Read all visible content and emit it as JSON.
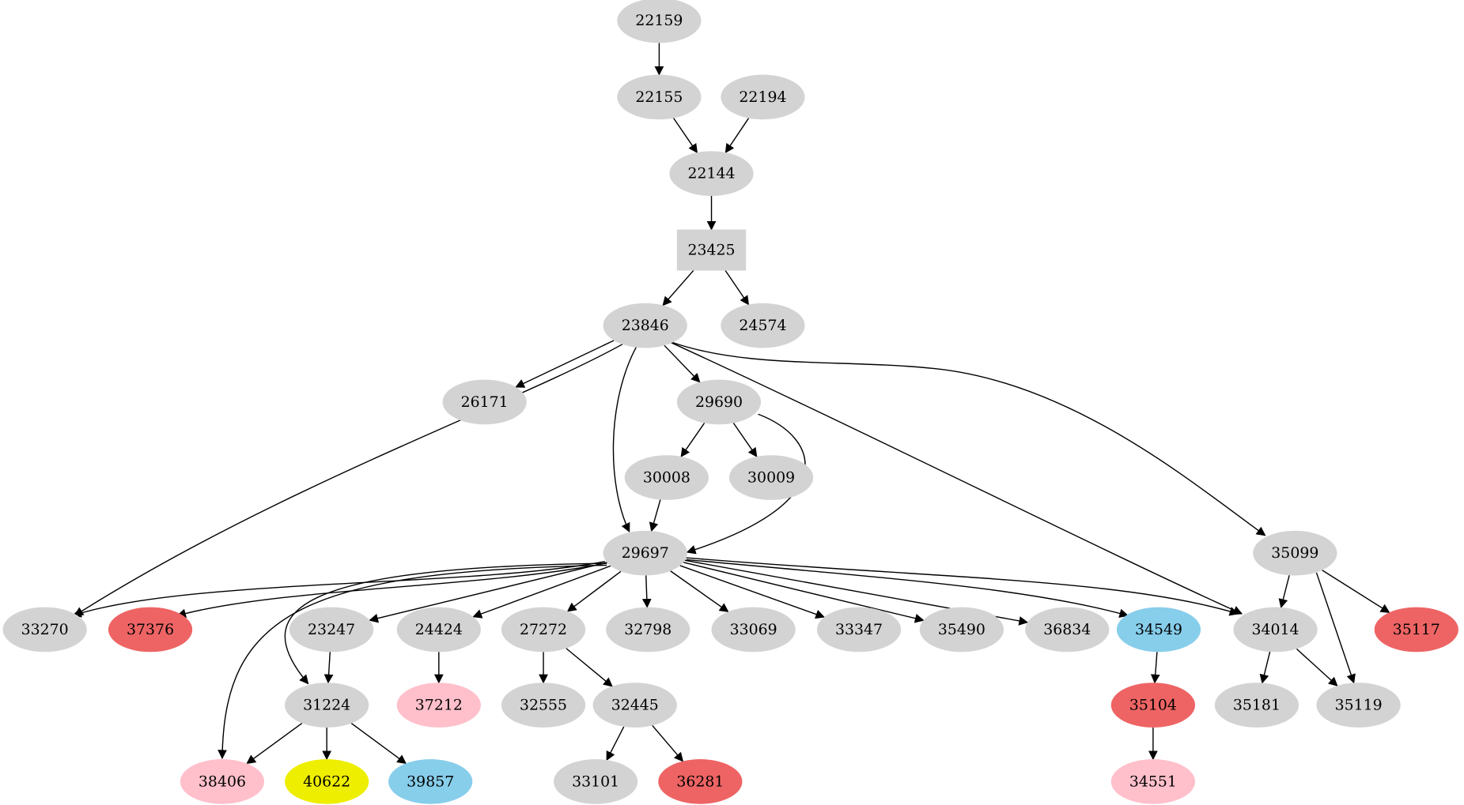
{
  "colors": {
    "default": "#d3d3d3",
    "red": "#ee6464",
    "pink": "#ffc0cb",
    "blue": "#87ceeb",
    "yellow": "#eeee00"
  },
  "nodes": [
    {
      "id": "22159",
      "label": "22159",
      "color": "default"
    },
    {
      "id": "22155",
      "label": "22155",
      "color": "default"
    },
    {
      "id": "22194",
      "label": "22194",
      "color": "default"
    },
    {
      "id": "22144",
      "label": "22144",
      "color": "default"
    },
    {
      "id": "23425",
      "label": "23425",
      "color": "default",
      "shape": "box"
    },
    {
      "id": "23846",
      "label": "23846",
      "color": "default"
    },
    {
      "id": "24574",
      "label": "24574",
      "color": "default"
    },
    {
      "id": "26171",
      "label": "26171",
      "color": "default"
    },
    {
      "id": "29690",
      "label": "29690",
      "color": "default"
    },
    {
      "id": "30008",
      "label": "30008",
      "color": "default"
    },
    {
      "id": "30009",
      "label": "30009",
      "color": "default"
    },
    {
      "id": "29697",
      "label": "29697",
      "color": "default"
    },
    {
      "id": "35099",
      "label": "35099",
      "color": "default"
    },
    {
      "id": "33270",
      "label": "33270",
      "color": "default"
    },
    {
      "id": "37376",
      "label": "37376",
      "color": "red"
    },
    {
      "id": "23247",
      "label": "23247",
      "color": "default"
    },
    {
      "id": "24424",
      "label": "24424",
      "color": "default"
    },
    {
      "id": "27272",
      "label": "27272",
      "color": "default"
    },
    {
      "id": "32798",
      "label": "32798",
      "color": "default"
    },
    {
      "id": "33069",
      "label": "33069",
      "color": "default"
    },
    {
      "id": "33347",
      "label": "33347",
      "color": "default"
    },
    {
      "id": "35490",
      "label": "35490",
      "color": "default"
    },
    {
      "id": "36834",
      "label": "36834",
      "color": "default"
    },
    {
      "id": "34549",
      "label": "34549",
      "color": "blue"
    },
    {
      "id": "34014",
      "label": "34014",
      "color": "default"
    },
    {
      "id": "35117",
      "label": "35117",
      "color": "red"
    },
    {
      "id": "31224",
      "label": "31224",
      "color": "default"
    },
    {
      "id": "37212",
      "label": "37212",
      "color": "pink"
    },
    {
      "id": "32555",
      "label": "32555",
      "color": "default"
    },
    {
      "id": "32445",
      "label": "32445",
      "color": "default"
    },
    {
      "id": "35104",
      "label": "35104",
      "color": "red"
    },
    {
      "id": "35181",
      "label": "35181",
      "color": "default"
    },
    {
      "id": "35119",
      "label": "35119",
      "color": "default"
    },
    {
      "id": "38406",
      "label": "38406",
      "color": "pink"
    },
    {
      "id": "40622",
      "label": "40622",
      "color": "yellow"
    },
    {
      "id": "39857",
      "label": "39857",
      "color": "blue"
    },
    {
      "id": "33101",
      "label": "33101",
      "color": "default"
    },
    {
      "id": "36281",
      "label": "36281",
      "color": "red"
    },
    {
      "id": "34551",
      "label": "34551",
      "color": "pink"
    }
  ],
  "edges": [
    [
      "22159",
      "22155"
    ],
    [
      "22155",
      "22144"
    ],
    [
      "22194",
      "22144"
    ],
    [
      "22144",
      "23425"
    ],
    [
      "23425",
      "23846"
    ],
    [
      "23425",
      "24574"
    ],
    [
      "23846",
      "26171"
    ],
    [
      "23846",
      "29690"
    ],
    [
      "23846",
      "29697"
    ],
    [
      "23846",
      "33270"
    ],
    [
      "23846",
      "34014"
    ],
    [
      "23846",
      "35099"
    ],
    [
      "29690",
      "30008"
    ],
    [
      "29690",
      "30009"
    ],
    [
      "29690",
      "29697"
    ],
    [
      "30008",
      "29697"
    ],
    [
      "29697",
      "33270"
    ],
    [
      "29697",
      "37376"
    ],
    [
      "29697",
      "38406"
    ],
    [
      "29697",
      "31224"
    ],
    [
      "29697",
      "23247"
    ],
    [
      "29697",
      "24424"
    ],
    [
      "29697",
      "27272"
    ],
    [
      "29697",
      "32798"
    ],
    [
      "29697",
      "33069"
    ],
    [
      "29697",
      "33347"
    ],
    [
      "29697",
      "35490"
    ],
    [
      "29697",
      "36834"
    ],
    [
      "29697",
      "34549"
    ],
    [
      "29697",
      "34014"
    ],
    [
      "35099",
      "34014"
    ],
    [
      "35099",
      "35119"
    ],
    [
      "35099",
      "35117"
    ],
    [
      "23247",
      "31224"
    ],
    [
      "24424",
      "37212"
    ],
    [
      "27272",
      "32555"
    ],
    [
      "27272",
      "32445"
    ],
    [
      "34549",
      "35104"
    ],
    [
      "34014",
      "35181"
    ],
    [
      "34014",
      "35119"
    ],
    [
      "31224",
      "38406"
    ],
    [
      "31224",
      "40622"
    ],
    [
      "31224",
      "39857"
    ],
    [
      "32445",
      "33101"
    ],
    [
      "32445",
      "36281"
    ],
    [
      "35104",
      "34551"
    ]
  ]
}
